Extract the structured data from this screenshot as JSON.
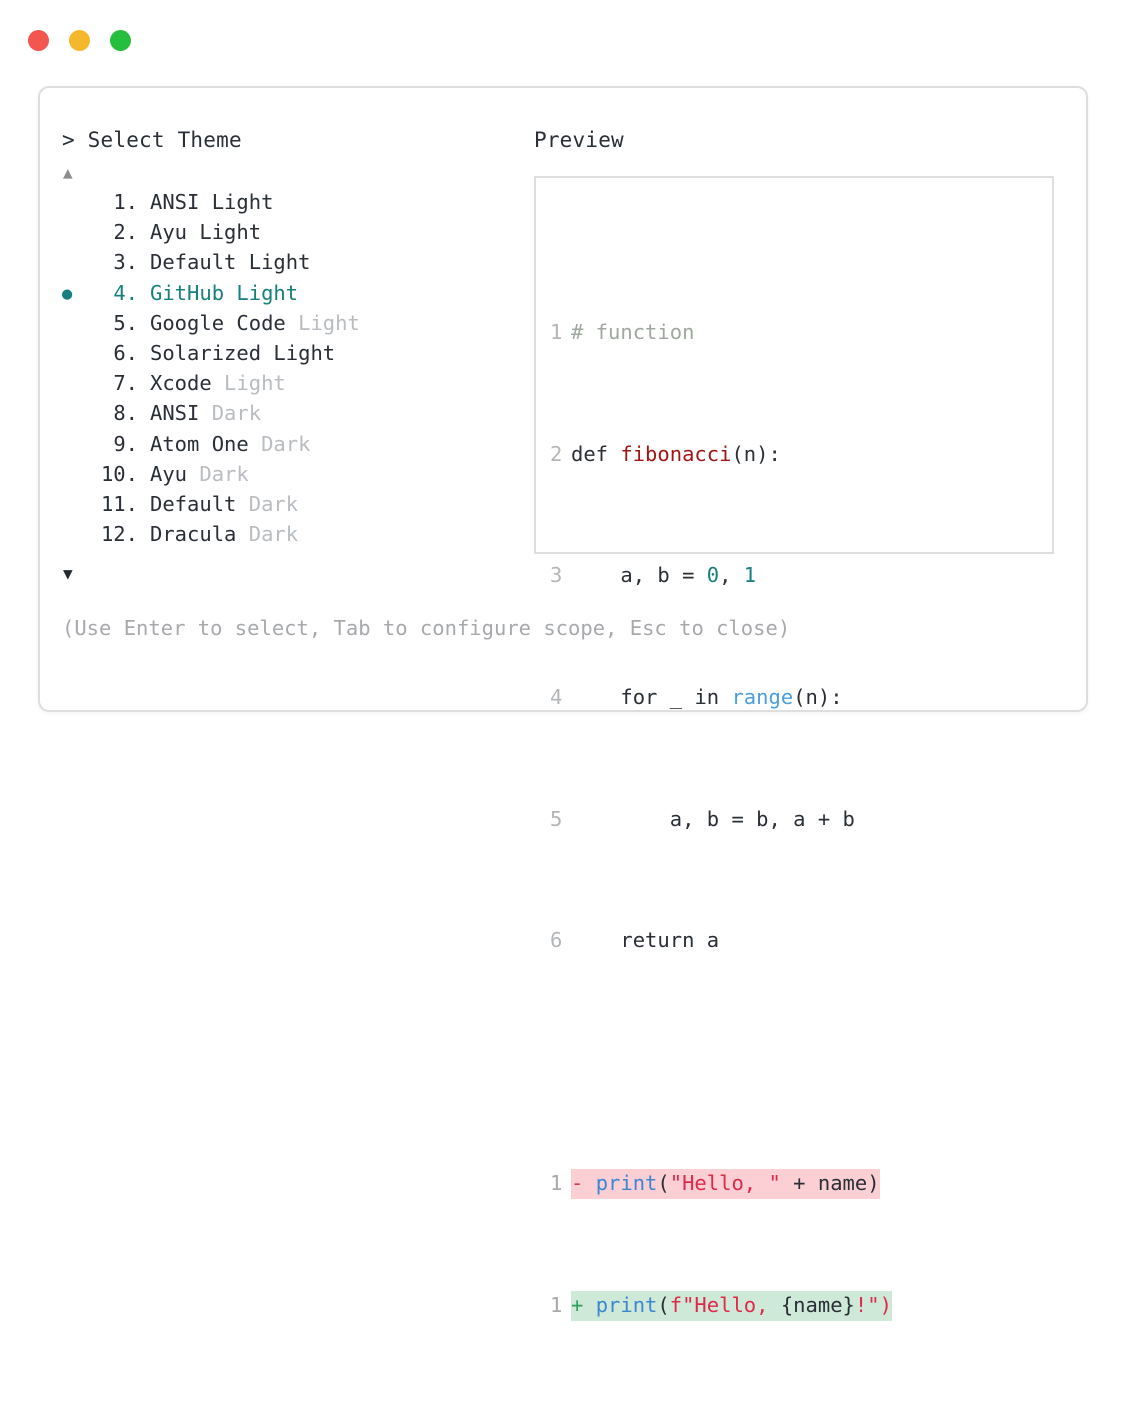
{
  "window": {
    "dots": [
      {
        "name": "close-dot",
        "color": "#f3564f"
      },
      {
        "name": "minimize-dot",
        "color": "#f5b72b"
      },
      {
        "name": "maximize-dot",
        "color": "#26bf3d"
      }
    ]
  },
  "selector": {
    "prompt": "> Select Theme",
    "scroll_up_icon": "▲",
    "scroll_down_icon": "▼",
    "bullet_icon": "●",
    "selected_index": 4,
    "accent_color": "#16807e",
    "items": [
      {
        "index": "1.",
        "name": "ANSI",
        "variant": "Light",
        "variant_dim": false,
        "selected": false
      },
      {
        "index": "2.",
        "name": "Ayu",
        "variant": "Light",
        "variant_dim": false,
        "selected": false
      },
      {
        "index": "3.",
        "name": "Default",
        "variant": "Light",
        "variant_dim": false,
        "selected": false
      },
      {
        "index": "4.",
        "name": "GitHub",
        "variant": "Light",
        "variant_dim": false,
        "selected": true
      },
      {
        "index": "5.",
        "name": "Google Code",
        "variant": "Light",
        "variant_dim": true,
        "selected": false
      },
      {
        "index": "6.",
        "name": "Solarized",
        "variant": "Light",
        "variant_dim": false,
        "selected": false
      },
      {
        "index": "7.",
        "name": "Xcode",
        "variant": "Light",
        "variant_dim": true,
        "selected": false
      },
      {
        "index": "8.",
        "name": "ANSI",
        "variant": "Dark",
        "variant_dim": true,
        "selected": false
      },
      {
        "index": "9.",
        "name": "Atom One",
        "variant": "Dark",
        "variant_dim": true,
        "selected": false
      },
      {
        "index": "10.",
        "name": "Ayu",
        "variant": "Dark",
        "variant_dim": true,
        "selected": false
      },
      {
        "index": "11.",
        "name": "Default",
        "variant": "Dark",
        "variant_dim": true,
        "selected": false
      },
      {
        "index": "12.",
        "name": "Dracula",
        "variant": "Dark",
        "variant_dim": true,
        "selected": false
      }
    ]
  },
  "hint": "(Use Enter to select, Tab to configure scope, Esc to close)",
  "preview": {
    "label": "Preview",
    "code_lines": [
      {
        "no": "1",
        "text": "# function"
      },
      {
        "no": "2",
        "text": "def fibonacci(n):"
      },
      {
        "no": "3",
        "text": "    a, b = 0, 1"
      },
      {
        "no": "4",
        "text": "    for _ in range(n):"
      },
      {
        "no": "5",
        "text": "        a, b = b, a + b"
      },
      {
        "no": "6",
        "text": "    return a"
      }
    ],
    "diff": [
      {
        "no": "1",
        "marker": "-",
        "text": "print(\"Hello, \" + name)",
        "kind": "removed",
        "bg": "#fbcfd4"
      },
      {
        "no": "1",
        "marker": "+",
        "text": "print(f\"Hello, {name}!\")",
        "kind": "added",
        "bg": "#cfe9d9"
      }
    ],
    "tokens": {
      "comment": "# function",
      "def_keyword": "def",
      "function_name": "fibonacci",
      "loop_keyword": "for",
      "in_keyword": "in",
      "builtin_range": "range",
      "return_keyword": "return",
      "number_zero": "0",
      "number_one": "1",
      "print_call": "print",
      "string_removed": "\"Hello, \"",
      "string_added_prefix": "f\"Hello, ",
      "fstring_expr": "{name}",
      "string_added_suffix": "!\")",
      "variable_name": "name"
    }
  }
}
